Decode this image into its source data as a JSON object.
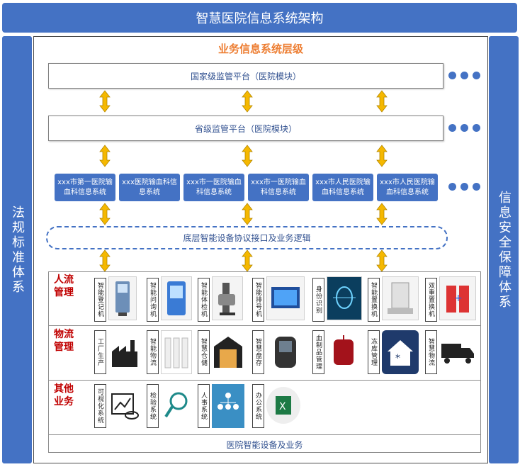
{
  "title": "智慧医院信息系统架构",
  "left_side": "法规标准体系",
  "right_side": "信息安全保障体系",
  "section_title": "业务信息系统层级",
  "national_platform": "国家级监管平台（医院模块）",
  "provincial_platform": "省级监管平台（医院模块）",
  "hospitals": [
    "xxx市第一医院输血科信息系统",
    "xxx医院输血科信息系统",
    "xxx市一医院输血科信息系统",
    "xxx市一医院输血科信息系统",
    "xxx市人民医院输血科信息系统",
    "xxx市人民医院输血科信息系统"
  ],
  "interface_layer": "底层智能设备协议接口及业务逻辑",
  "categories": {
    "people": "人流管理",
    "material": "物流管理",
    "other": "其他业务"
  },
  "people_items": [
    "智能登记机",
    "智能问询机",
    "智能体检机",
    "智能排号机",
    "身份识别",
    "智能置换机",
    "双重置换机"
  ],
  "material_items": [
    "工厂生产",
    "智能物流",
    "智慧仓储",
    "智慧盘存",
    "血制品管理",
    "冻库管理",
    "智慧物流"
  ],
  "other_items": [
    "可视化系统",
    "检验系统",
    "人事系统",
    "办公系统"
  ],
  "footer": "医院智能设备及业务",
  "colors": {
    "accent": "#4472c4",
    "section_title": "#ed7d31",
    "category": "#c00000",
    "arrow": "#f5b800"
  }
}
